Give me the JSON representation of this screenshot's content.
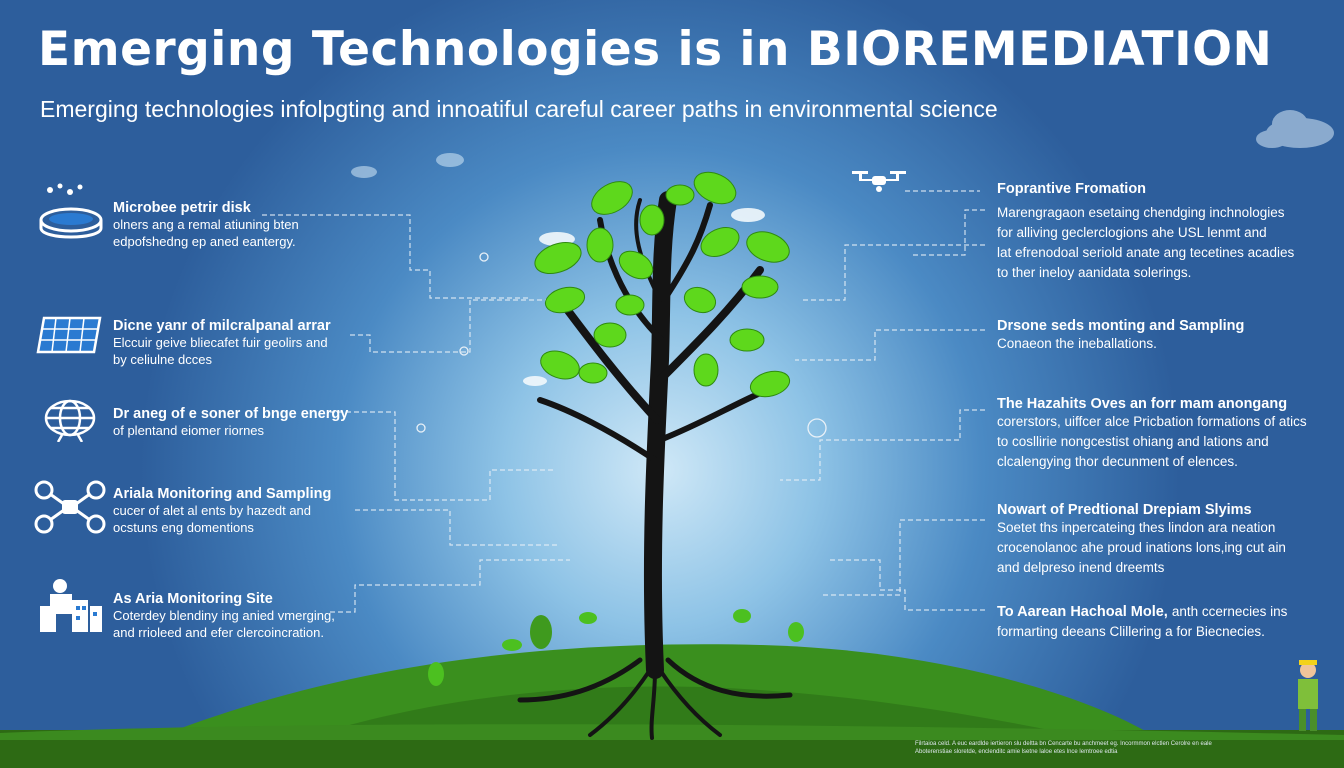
{
  "title": "Emerging Technologies  is in BIOREMEDIATION",
  "subtitle": "Emerging technologies infolpgting and innoatiful careful career paths in environmental science",
  "left_items": [
    {
      "icon": "petri-dish-icon",
      "title": "Microbee petrir disk",
      "lines": [
        "olners ang a remal atiuning bten",
        "edpofshedng ep aned eantergy."
      ]
    },
    {
      "icon": "solar-panel-icon",
      "title": "Dicne yanr of milcralpanal arrar",
      "lines": [
        "Elccuir geive bliecafet fuir geolirs and",
        "by celiulne dcces"
      ]
    },
    {
      "icon": "globe-network-icon",
      "title": "Dr aneg of e soner of bnge energy",
      "lines": [
        "of plentand eiomer riornes"
      ]
    },
    {
      "icon": "drone-icon",
      "title": "Ariala Monitoring and Sampling",
      "lines": [
        "cucer of alet al ents by hazedt and",
        "ocstuns eng domentions"
      ]
    },
    {
      "icon": "monitoring-site-icon",
      "title": "As Aria Monitoring Site",
      "lines": [
        "Coterdey blendiny ing anied vmerging,",
        "and rrioleed and efer clercoincration."
      ]
    }
  ],
  "right_items": [
    {
      "title": "Foprantive Fromation",
      "lines": [
        "Marengragaon esetaing chendging inchnologies",
        "for alliving geclerclogions ahe USL lenmt and",
        "lat efrenodoal seriold anate ang tecetines acadies",
        "to ther ineloy aanidata solerings."
      ]
    },
    {
      "title": "Drsone seds monting and Sampling",
      "lines": [
        "Conaeon the ineballations."
      ]
    },
    {
      "title": "The Hazahits Oves an forr mam anongang",
      "lines": [
        "corerstors, uiffcer alce Pricbation formations of atics",
        "to cosllirie nongcestist ohiang and lations and",
        "clcalengying thor decunment of elences."
      ]
    },
    {
      "title": "Nowart of Predtional Drepiam Slyims",
      "lines": [
        "Soetet ths inpercateing thes lindon ara neation",
        "crocenolanoc ahe proud inations lons,ing cut ain",
        "and delpreso inend dreemts"
      ]
    },
    {
      "title": "To Aarean Hachoal Mole, ",
      "title_extra": "anth ccernecies ins",
      "lines": [
        "formarting deeans Clillering a for Biecnecies."
      ]
    }
  ],
  "footer_fineprint": "Filrtaioa celd. A euc eardlde iertieron slu deltta bn Cencarte bu anchmeet eg. Incormmon elctlen Cerolre en eale Aboterenstiae sloretde, enclenditc amie lsetne laloe etes lnce lemtroee edtia",
  "colors": {
    "tree_trunk": "#141414",
    "leaf": "#5ed81c",
    "hill": "#3a8f1e",
    "grass": "#2e7a16",
    "line": "#e8f0f7"
  }
}
